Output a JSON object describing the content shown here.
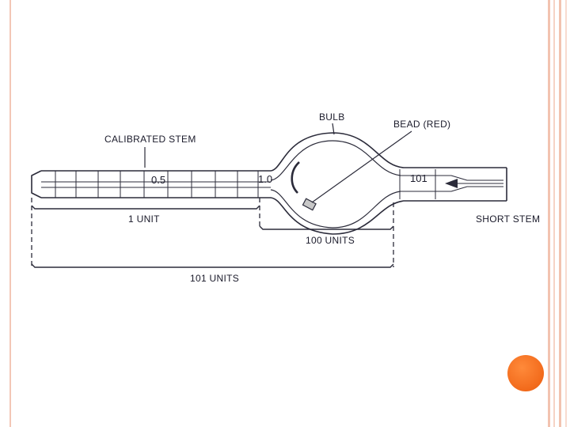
{
  "labels": {
    "calibrated_stem": "CALIBRATED STEM",
    "bulb": "BULB",
    "bead": "BEAD (RED)",
    "short_stem": "SHORT STEM",
    "one_unit": "1 UNIT",
    "hundred_units": "100 UNITS",
    "hundred_one_units": "101 UNITS"
  },
  "markings": {
    "half": "0.5",
    "one": "1.0",
    "hundred_one": "101"
  },
  "colors": {
    "line": "#2b2b3a",
    "bead": "#c8c8c8",
    "frame_accent": "#f2c3b0",
    "dot": "#f26a1b"
  }
}
